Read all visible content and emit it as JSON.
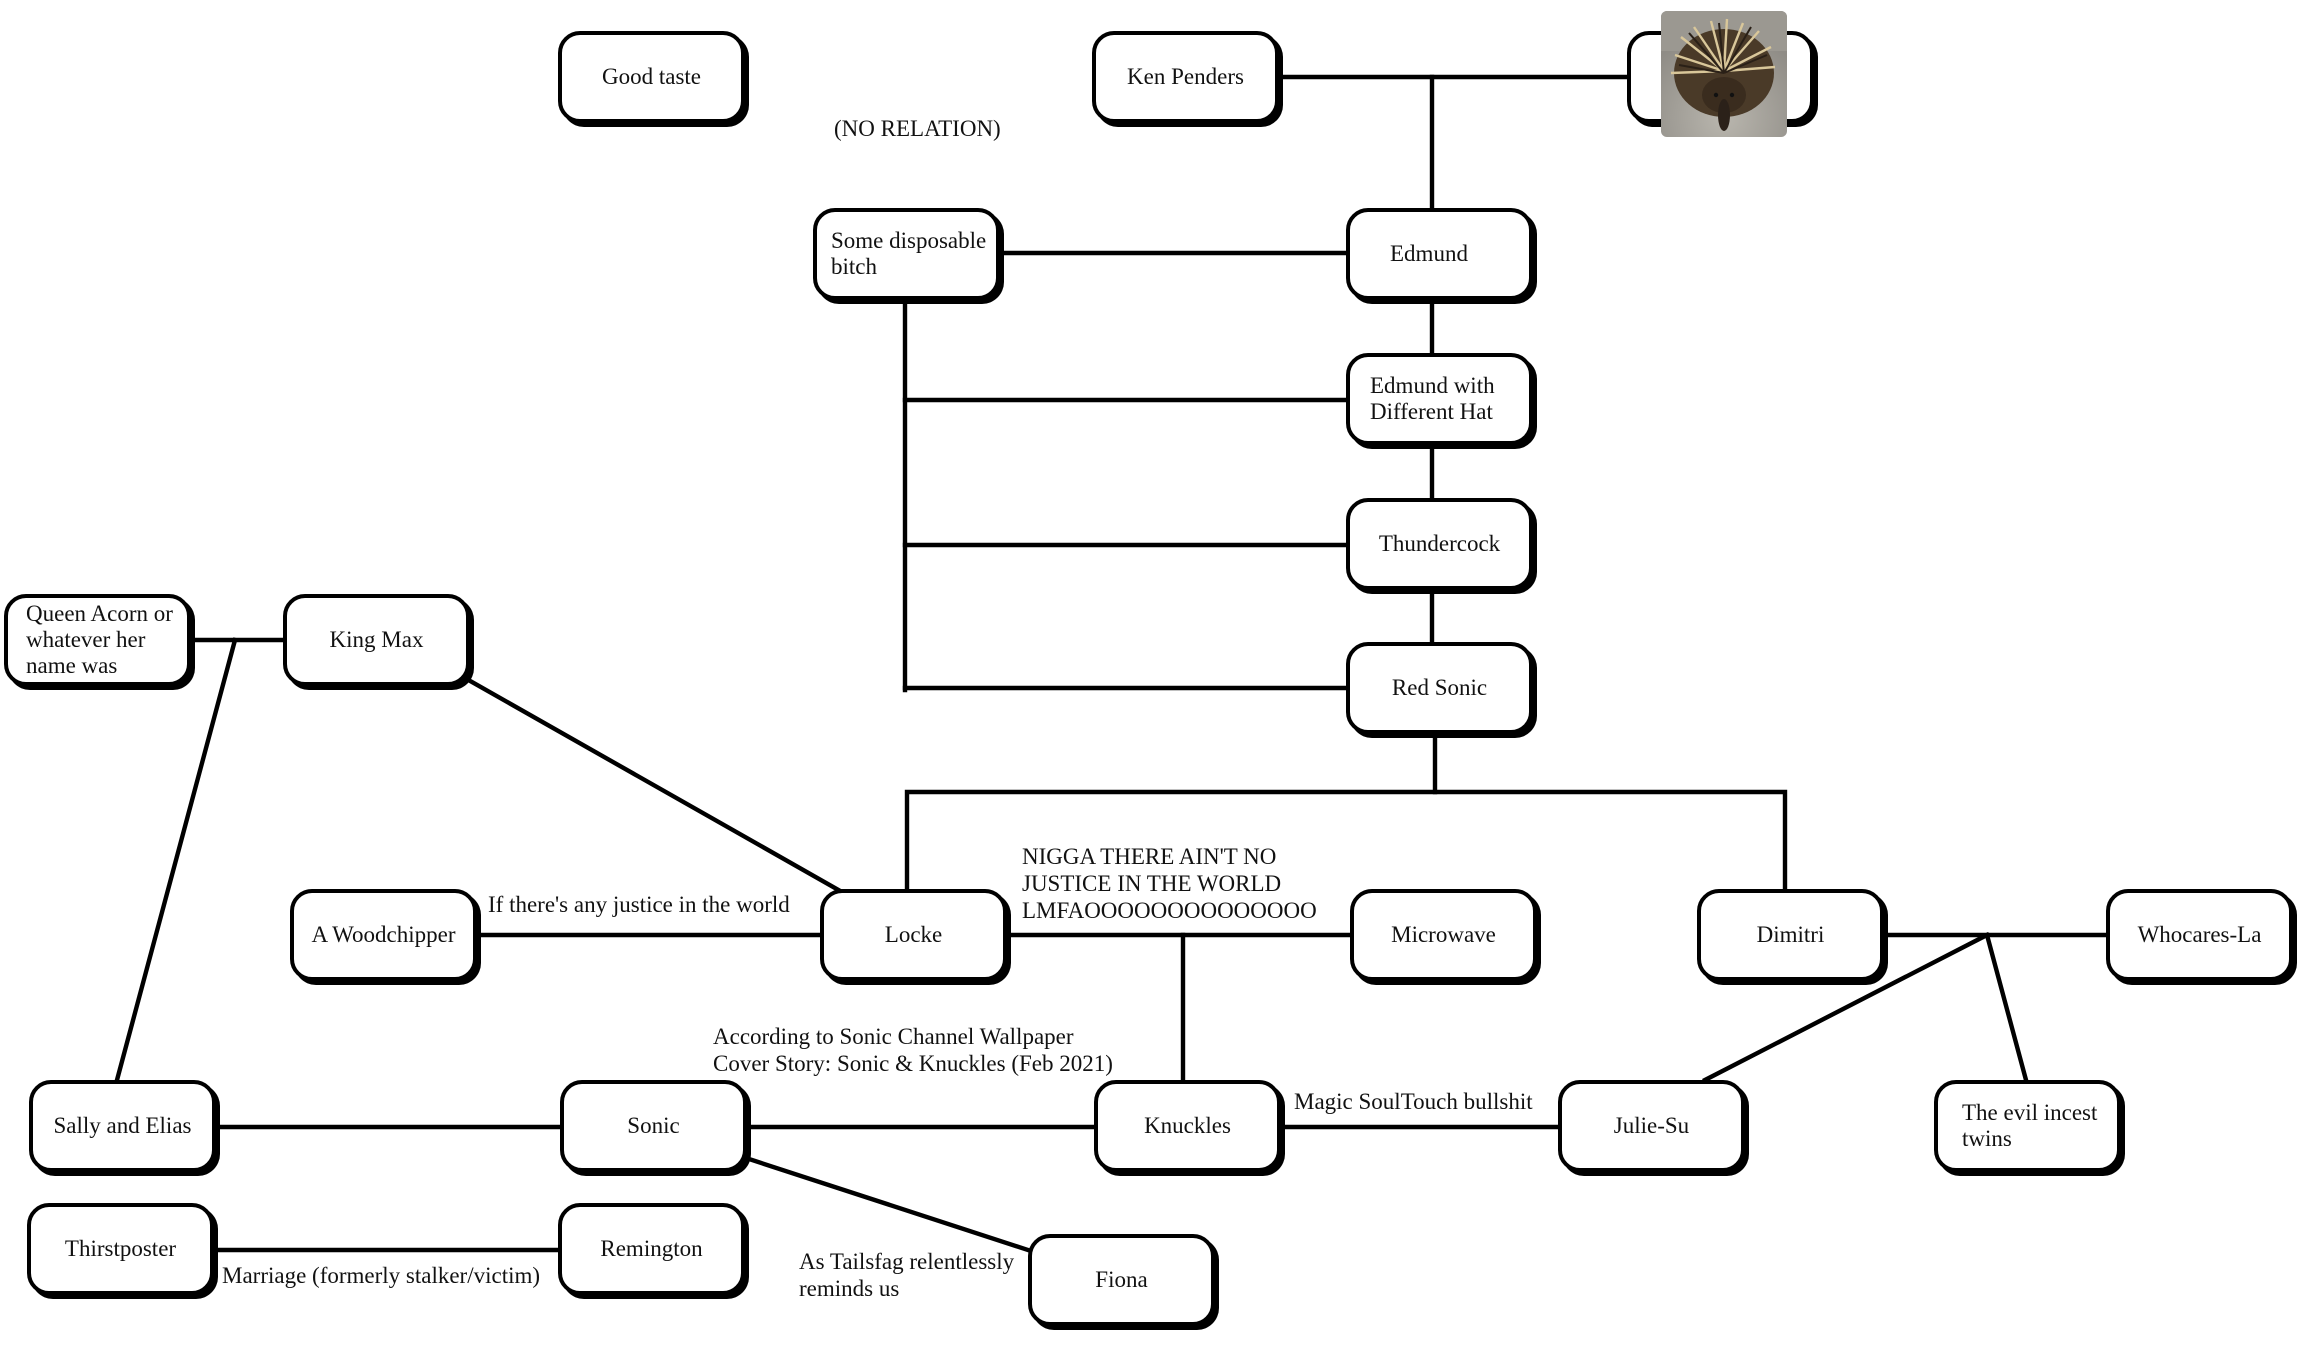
{
  "nodes": {
    "good_taste": "Good taste",
    "ken_penders": "Ken Penders",
    "edmund": "Edmund",
    "edmund_hat": "Edmund with\nDifferent Hat",
    "thundercock": "Thundercock",
    "red_sonic": "Red Sonic",
    "disposable": "Some disposable\nbitch",
    "queen_acorn": "Queen Acorn or\nwhatever her\nname was",
    "king_max": "King Max",
    "woodchipper": "A Woodchipper",
    "locke": "Locke",
    "microwave": "Microwave",
    "dimitri": "Dimitri",
    "whocares": "Whocares-La",
    "sally_elias": "Sally and Elias",
    "sonic": "Sonic",
    "knuckles": "Knuckles",
    "julie_su": "Julie-Su",
    "evil_twins": "The evil incest\ntwins",
    "thirstposter": "Thirstposter",
    "remington": "Remington",
    "fiona": "Fiona"
  },
  "labels": {
    "no_relation": "(NO RELATION)",
    "justice": "If there's any justice in the world",
    "no_justice": "NIGGA THERE AIN'T NO\nJUSTICE IN THE WORLD\nLMFAOOOOOOOOOOOOOO",
    "wallpaper": "According to Sonic Channel Wallpaper\nCover Story: Sonic & Knuckles (Feb 2021)",
    "soultouch": "Magic SoulTouch bullshit",
    "marriage": "Marriage (formerly stalker/victim)",
    "tailsfag": "As Tailsfag relentlessly\nreminds us"
  }
}
